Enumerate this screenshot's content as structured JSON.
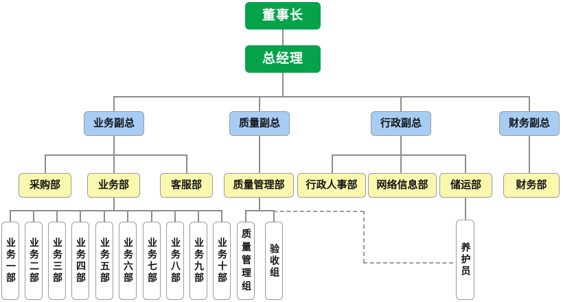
{
  "chart_data": {
    "type": "diagram",
    "title": "",
    "diagram_kind": "organizational-chart",
    "orientation": "top-down",
    "levels": [
      "executive",
      "vice-president",
      "department",
      "team"
    ],
    "colors": {
      "executive_fill": "#05a24a",
      "executive_text": "#ffffff",
      "vp_fill": "#a8cdf5",
      "department_fill": "#faf8ae",
      "team_fill": "#ffffff",
      "border": "#9a9a9a",
      "connector": "#8c8c8c",
      "dashed_connector": "#9a9a9a"
    },
    "nodes": [
      {
        "id": "chairman",
        "label": "董事长",
        "level": "executive"
      },
      {
        "id": "gm",
        "label": "总经理",
        "level": "executive"
      },
      {
        "id": "vp_business",
        "label": "业务副总",
        "level": "vice-president"
      },
      {
        "id": "vp_quality",
        "label": "质量副总",
        "level": "vice-president"
      },
      {
        "id": "vp_admin",
        "label": "行政副总",
        "level": "vice-president"
      },
      {
        "id": "vp_finance",
        "label": "财务副总",
        "level": "vice-president"
      },
      {
        "id": "purchasing",
        "label": "采购部",
        "level": "department"
      },
      {
        "id": "business_dept",
        "label": "业务部",
        "level": "department"
      },
      {
        "id": "customer_service",
        "label": "客服部",
        "level": "department"
      },
      {
        "id": "quality_mgmt",
        "label": "质量管理部",
        "level": "department"
      },
      {
        "id": "admin_hr",
        "label": "行政人事部",
        "level": "department"
      },
      {
        "id": "network_info",
        "label": "网络信息部",
        "level": "department"
      },
      {
        "id": "storage_transport",
        "label": "储运部",
        "level": "department"
      },
      {
        "id": "finance_dept",
        "label": "财务部",
        "level": "department"
      },
      {
        "id": "biz1",
        "label": "业务一部",
        "level": "team"
      },
      {
        "id": "biz2",
        "label": "业务二部",
        "level": "team"
      },
      {
        "id": "biz3",
        "label": "业务三部",
        "level": "team"
      },
      {
        "id": "biz4",
        "label": "业务四部",
        "level": "team"
      },
      {
        "id": "biz5",
        "label": "业务五部",
        "level": "team"
      },
      {
        "id": "biz6",
        "label": "业务六部",
        "level": "team"
      },
      {
        "id": "biz7",
        "label": "业务七部",
        "level": "team"
      },
      {
        "id": "biz8",
        "label": "业务八部",
        "level": "team"
      },
      {
        "id": "biz9",
        "label": "业务九部",
        "level": "team"
      },
      {
        "id": "biz10",
        "label": "业务十部",
        "level": "team"
      },
      {
        "id": "quality_group",
        "label": "质量管理组",
        "level": "team"
      },
      {
        "id": "inspection_group",
        "label": "验收组",
        "level": "team"
      },
      {
        "id": "maintenance",
        "label": "养护员",
        "level": "team"
      }
    ],
    "edges": [
      {
        "from": "chairman",
        "to": "gm",
        "style": "solid"
      },
      {
        "from": "gm",
        "to": "vp_business",
        "style": "solid"
      },
      {
        "from": "gm",
        "to": "vp_quality",
        "style": "solid"
      },
      {
        "from": "gm",
        "to": "vp_admin",
        "style": "solid"
      },
      {
        "from": "gm",
        "to": "vp_finance",
        "style": "solid"
      },
      {
        "from": "vp_business",
        "to": "purchasing",
        "style": "solid"
      },
      {
        "from": "vp_business",
        "to": "business_dept",
        "style": "solid"
      },
      {
        "from": "vp_business",
        "to": "customer_service",
        "style": "solid"
      },
      {
        "from": "vp_quality",
        "to": "quality_mgmt",
        "style": "solid"
      },
      {
        "from": "vp_admin",
        "to": "admin_hr",
        "style": "solid"
      },
      {
        "from": "vp_admin",
        "to": "network_info",
        "style": "solid"
      },
      {
        "from": "vp_admin",
        "to": "storage_transport",
        "style": "solid"
      },
      {
        "from": "vp_finance",
        "to": "finance_dept",
        "style": "solid"
      },
      {
        "from": "business_dept",
        "to": "biz1",
        "style": "solid"
      },
      {
        "from": "business_dept",
        "to": "biz2",
        "style": "solid"
      },
      {
        "from": "business_dept",
        "to": "biz3",
        "style": "solid"
      },
      {
        "from": "business_dept",
        "to": "biz4",
        "style": "solid"
      },
      {
        "from": "business_dept",
        "to": "biz5",
        "style": "solid"
      },
      {
        "from": "business_dept",
        "to": "biz6",
        "style": "solid"
      },
      {
        "from": "business_dept",
        "to": "biz7",
        "style": "solid"
      },
      {
        "from": "business_dept",
        "to": "biz8",
        "style": "solid"
      },
      {
        "from": "business_dept",
        "to": "biz9",
        "style": "solid"
      },
      {
        "from": "business_dept",
        "to": "biz10",
        "style": "solid"
      },
      {
        "from": "quality_mgmt",
        "to": "quality_group",
        "style": "solid"
      },
      {
        "from": "quality_mgmt",
        "to": "inspection_group",
        "style": "solid"
      },
      {
        "from": "storage_transport",
        "to": "maintenance",
        "style": "solid"
      },
      {
        "from": "quality_mgmt",
        "to": "maintenance",
        "style": "dashed"
      }
    ]
  }
}
